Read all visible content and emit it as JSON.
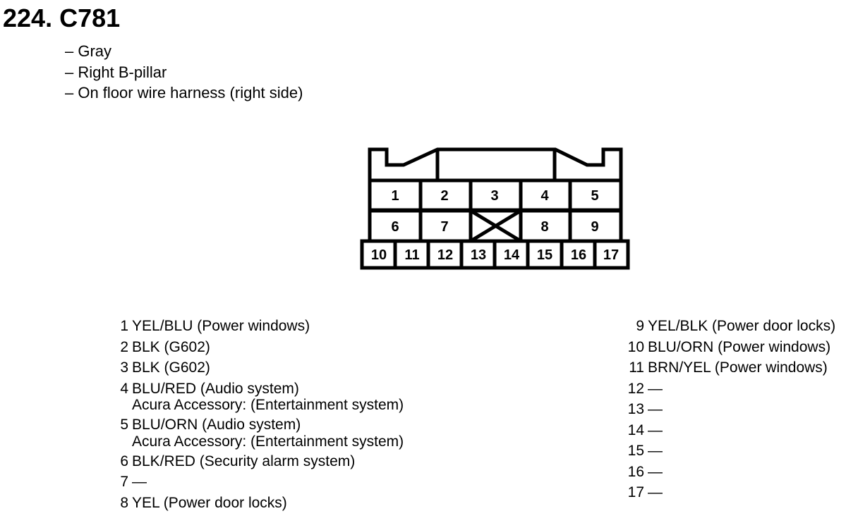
{
  "title": "224. C781",
  "details": [
    "– Gray",
    "– Right B-pillar",
    "– On floor wire harness (right side)"
  ],
  "connector": {
    "top_row": [
      "1",
      "2",
      "3",
      "4",
      "5"
    ],
    "middle_row": [
      "6",
      "7",
      "",
      "8",
      "9"
    ],
    "bottom_row": [
      "10",
      "11",
      "12",
      "13",
      "14",
      "15",
      "16",
      "17"
    ]
  },
  "pins_left": [
    {
      "num": "1",
      "desc": "YEL/BLU (Power windows)"
    },
    {
      "num": "2",
      "desc": "BLK (G602)"
    },
    {
      "num": "3",
      "desc": "BLK (G602)"
    },
    {
      "num": "4",
      "desc": "BLU/RED (Audio system)",
      "sub": "Acura Accessory: (Entertainment system)"
    },
    {
      "num": "5",
      "desc": "BLU/ORN (Audio system)",
      "sub": "Acura Accessory: (Entertainment system)"
    },
    {
      "num": "6",
      "desc": "BLK/RED (Security alarm system)"
    },
    {
      "num": "7",
      "desc": "—"
    },
    {
      "num": "8",
      "desc": "YEL (Power door locks)"
    }
  ],
  "pins_right": [
    {
      "num": "9",
      "desc": "YEL/BLK (Power door locks)"
    },
    {
      "num": "10",
      "desc": "BLU/ORN (Power windows)"
    },
    {
      "num": "11",
      "desc": "BRN/YEL (Power windows)"
    },
    {
      "num": "12",
      "desc": "—"
    },
    {
      "num": "13",
      "desc": "—"
    },
    {
      "num": "14",
      "desc": "—"
    },
    {
      "num": "15",
      "desc": "—"
    },
    {
      "num": "16",
      "desc": "—"
    },
    {
      "num": "17",
      "desc": "—"
    }
  ]
}
